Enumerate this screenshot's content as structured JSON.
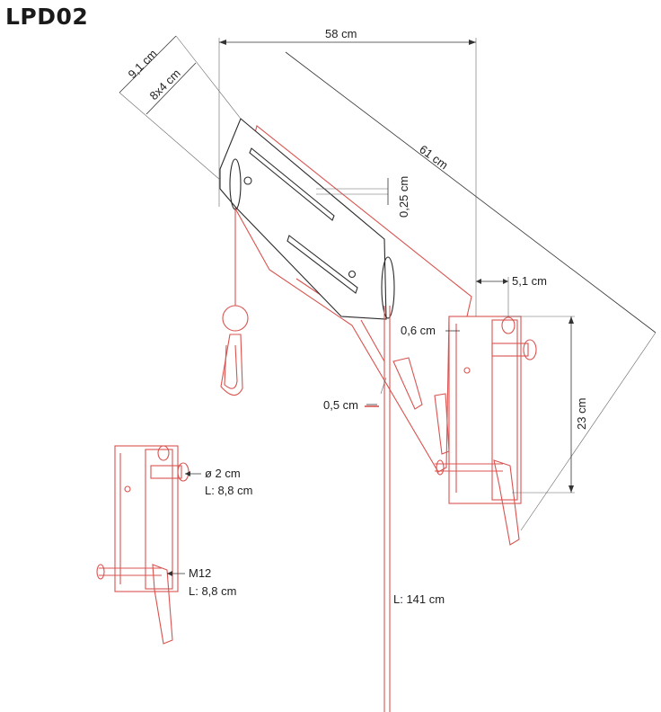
{
  "title": "LPD02",
  "colors": {
    "part_outline": "#d9534f",
    "dimension_line": "#333333",
    "text": "#222222"
  },
  "labels": {
    "width_58": "58 cm",
    "arm_91": "9,1 cm",
    "arm_84": "8x4 cm",
    "length_61": "61 cm",
    "thick_025": "0,25 cm",
    "depth_51": "5,1 cm",
    "thick_06": "0,6 cm",
    "height_23": "23 cm",
    "thick_05": "0,5 cm",
    "pin_diam": "ø 2 cm",
    "pin_len": "L: 8,8 cm",
    "bolt_thread": "M12",
    "bolt_len": "L: 8,8 cm",
    "cable_len": "L: 141 cm"
  }
}
